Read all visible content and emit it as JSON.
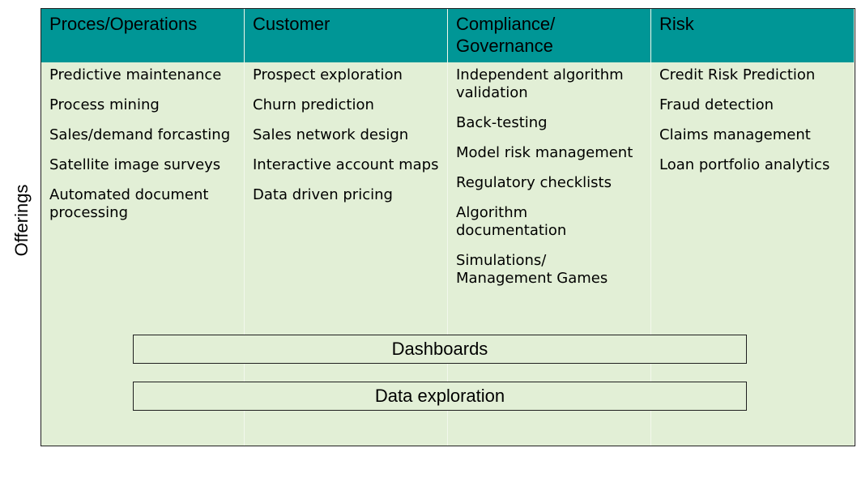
{
  "side_label": "Offerings",
  "colors": {
    "header_bg": "#009696",
    "body_bg": "#e2efd6",
    "border": "#1f1f1f"
  },
  "columns": [
    {
      "title": "Proces/Operations",
      "items": [
        "Predictive maintenance",
        "Process mining",
        "Sales/demand forcasting",
        "Satellite image surveys",
        "Automated document processing"
      ]
    },
    {
      "title": "Customer",
      "items": [
        "Prospect exploration",
        "Churn prediction",
        "Sales network design",
        "Interactive account maps",
        "Data driven pricing"
      ]
    },
    {
      "title": "Compliance/ Governance",
      "items": [
        "Independent algorithm validation",
        "Back-testing",
        "Model risk management",
        "Regulatory checklists",
        "Algorithm documentation",
        "Simulations/ Management Games"
      ]
    },
    {
      "title": "Risk",
      "items": [
        "Credit Risk Prediction",
        "Fraud detection",
        "Claims management",
        "Loan portfolio analytics"
      ]
    }
  ],
  "bars": [
    {
      "label": "Dashboards"
    },
    {
      "label": "Data exploration"
    }
  ]
}
